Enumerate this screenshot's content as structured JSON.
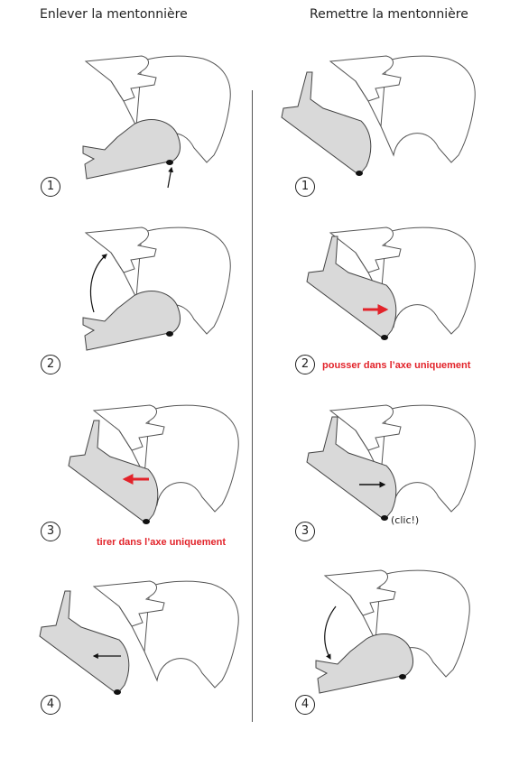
{
  "left_column": {
    "title": "Enlever la mentonnière",
    "steps": [
      "1",
      "2",
      "3",
      "4"
    ],
    "note": "tirer dans l’axe uniquement"
  },
  "right_column": {
    "title": "Remettre la mentonnière",
    "steps": [
      "1",
      "2",
      "3",
      "4"
    ],
    "note": "pousser dans l’axe uniquement",
    "click_label": "(clic!)"
  },
  "colors": {
    "chin_guard_fill": "#d9d9d9",
    "outline": "#444444",
    "accent_arrow": "#e2232a",
    "arrow": "#111111"
  }
}
